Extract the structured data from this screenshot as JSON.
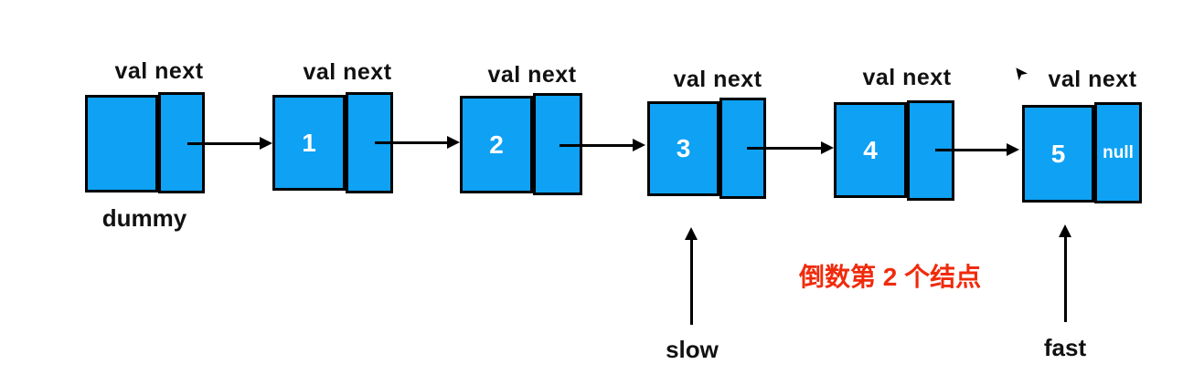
{
  "diagram": {
    "field_header": "val next",
    "nodes": [
      {
        "name": "dummy",
        "val": "",
        "next": "",
        "label_below": "dummy"
      },
      {
        "name": "node-1",
        "val": "1",
        "next": ""
      },
      {
        "name": "node-2",
        "val": "2",
        "next": ""
      },
      {
        "name": "node-3",
        "val": "3",
        "next": ""
      },
      {
        "name": "node-4",
        "val": "4",
        "next": ""
      },
      {
        "name": "node-5",
        "val": "5",
        "next": "null"
      }
    ],
    "pointers": [
      {
        "name": "slow",
        "label": "slow"
      },
      {
        "name": "fast",
        "label": "fast"
      }
    ],
    "annotation": {
      "text": "倒数第 2 个结点",
      "color": "#f02b0c"
    },
    "icons": {
      "cursor_arrow": "➤"
    },
    "colors": {
      "node_fill": "#0ea1f4",
      "border": "#000000",
      "value_text": "#ffffff",
      "annotation_red": "#f02b0c"
    }
  }
}
